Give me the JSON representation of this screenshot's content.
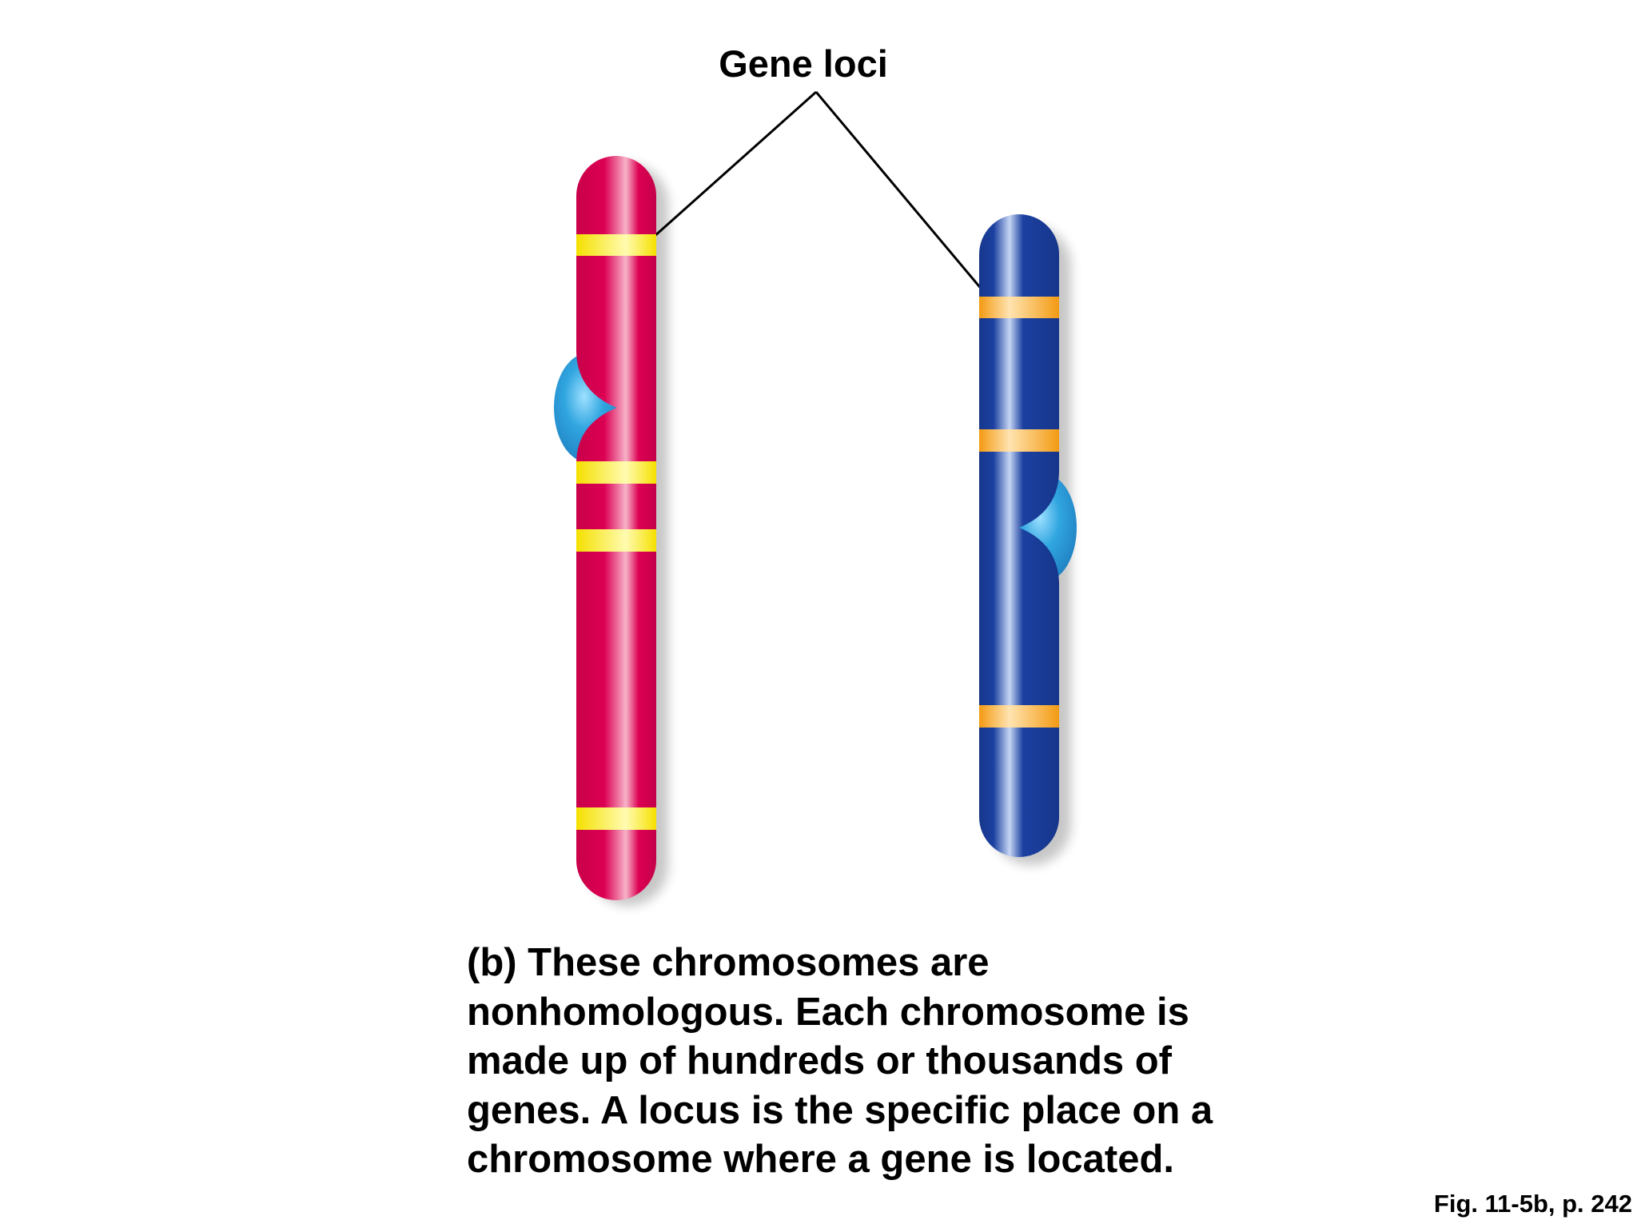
{
  "label": "Gene loci",
  "caption_lines": [
    "(b) These chromosomes are",
    "nonhomologous. Each chromosome is",
    "made up of hundreds or thousands of",
    "genes. A locus is the specific place on a",
    "chromosome where a gene is located."
  ],
  "figure_reference": "Fig. 11-5b, p. 242",
  "colors": {
    "left_chromosome": "#d8004f",
    "left_band": "#ffeb00",
    "right_chromosome": "#1a3f9a",
    "right_band": "#f5a21a",
    "centromere": "#2b9fd9"
  }
}
